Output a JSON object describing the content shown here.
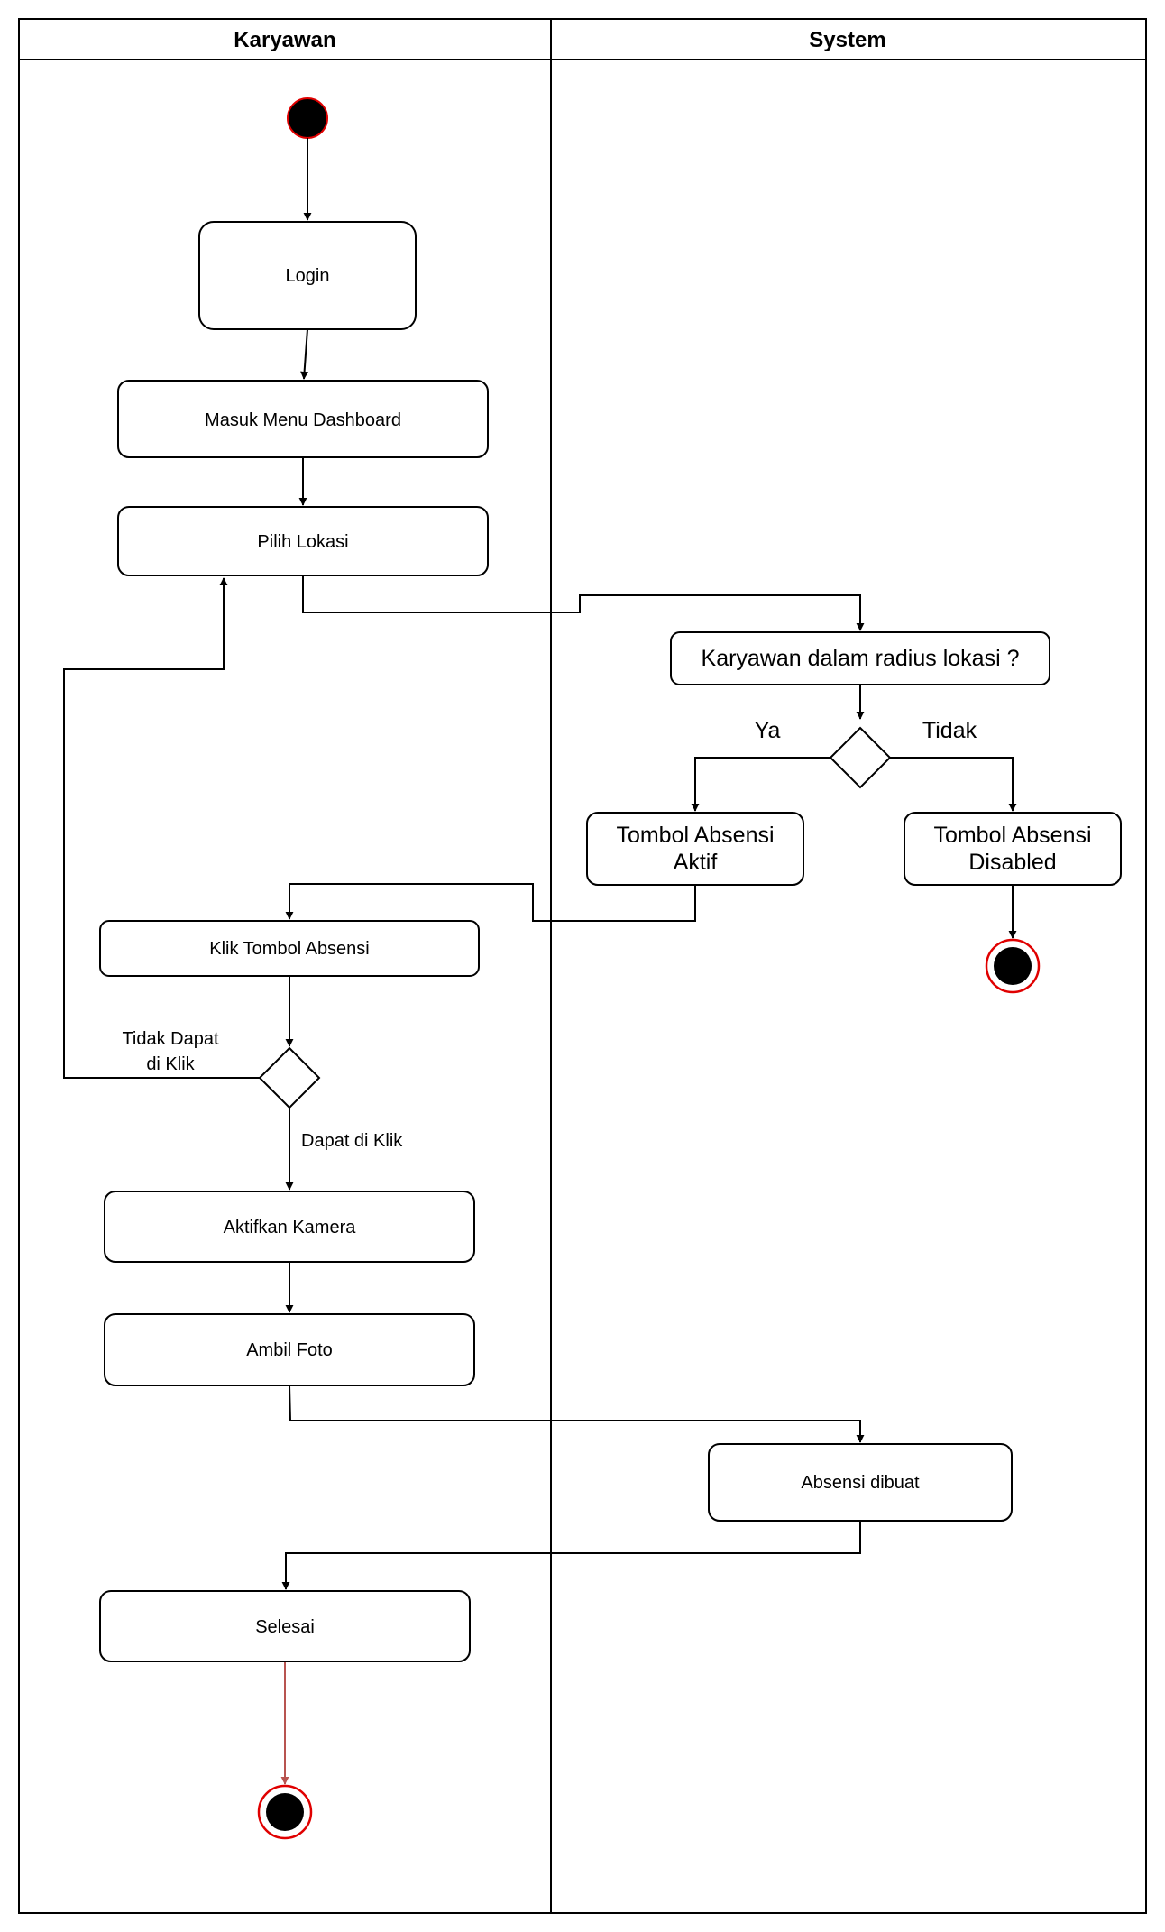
{
  "lanes": {
    "left_title": "Karyawan",
    "right_title": "System"
  },
  "nodes": {
    "login": "Login",
    "dashboard": "Masuk Menu Dashboard",
    "pilih_lokasi": "Pilih Lokasi",
    "cek_radius": "Karyawan dalam radius lokasi ?",
    "tombol_aktif_l1": "Tombol Absensi",
    "tombol_aktif_l2": "Aktif",
    "tombol_disabled_l1": "Tombol Absensi",
    "tombol_disabled_l2": "Disabled",
    "klik_tombol": "Klik Tombol Absensi",
    "aktifkan_kamera": "Aktifkan Kamera",
    "ambil_foto": "Ambil Foto",
    "absensi_dibuat": "Absensi dibuat",
    "selesai": "Selesai"
  },
  "edge_labels": {
    "ya": "Ya",
    "tidak": "Tidak",
    "tidak_dapat_l1": "Tidak Dapat",
    "tidak_dapat_l2": "di Klik",
    "dapat": "Dapat di Klik"
  },
  "colors": {
    "line": "#000000",
    "end_ring": "#e00000",
    "final_arrow": "#b85450"
  }
}
